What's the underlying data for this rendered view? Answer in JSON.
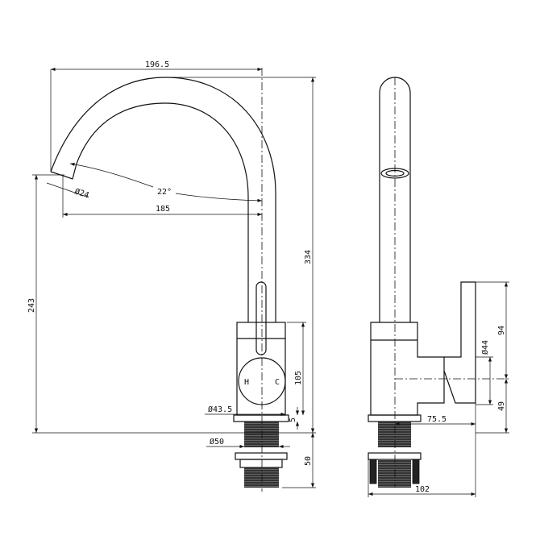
{
  "dimensions": {
    "spout_reach_top": "196.5",
    "spout_reach": "185",
    "spout_angle": "22°",
    "outlet_diameter": "Ø24",
    "outlet_height": "243",
    "total_height": "334",
    "body_height": "105",
    "flange_thickness": "5",
    "body_diameter": "Ø43.5",
    "thread_diameter": "Ø50",
    "shank_length": "50",
    "handle_height": "94",
    "handle_diameter": "Ø44",
    "handle_axis_height": "49",
    "handle_offset": "75.5",
    "total_depth": "102"
  },
  "handle_labels": {
    "hot": "H",
    "cold": "C"
  }
}
